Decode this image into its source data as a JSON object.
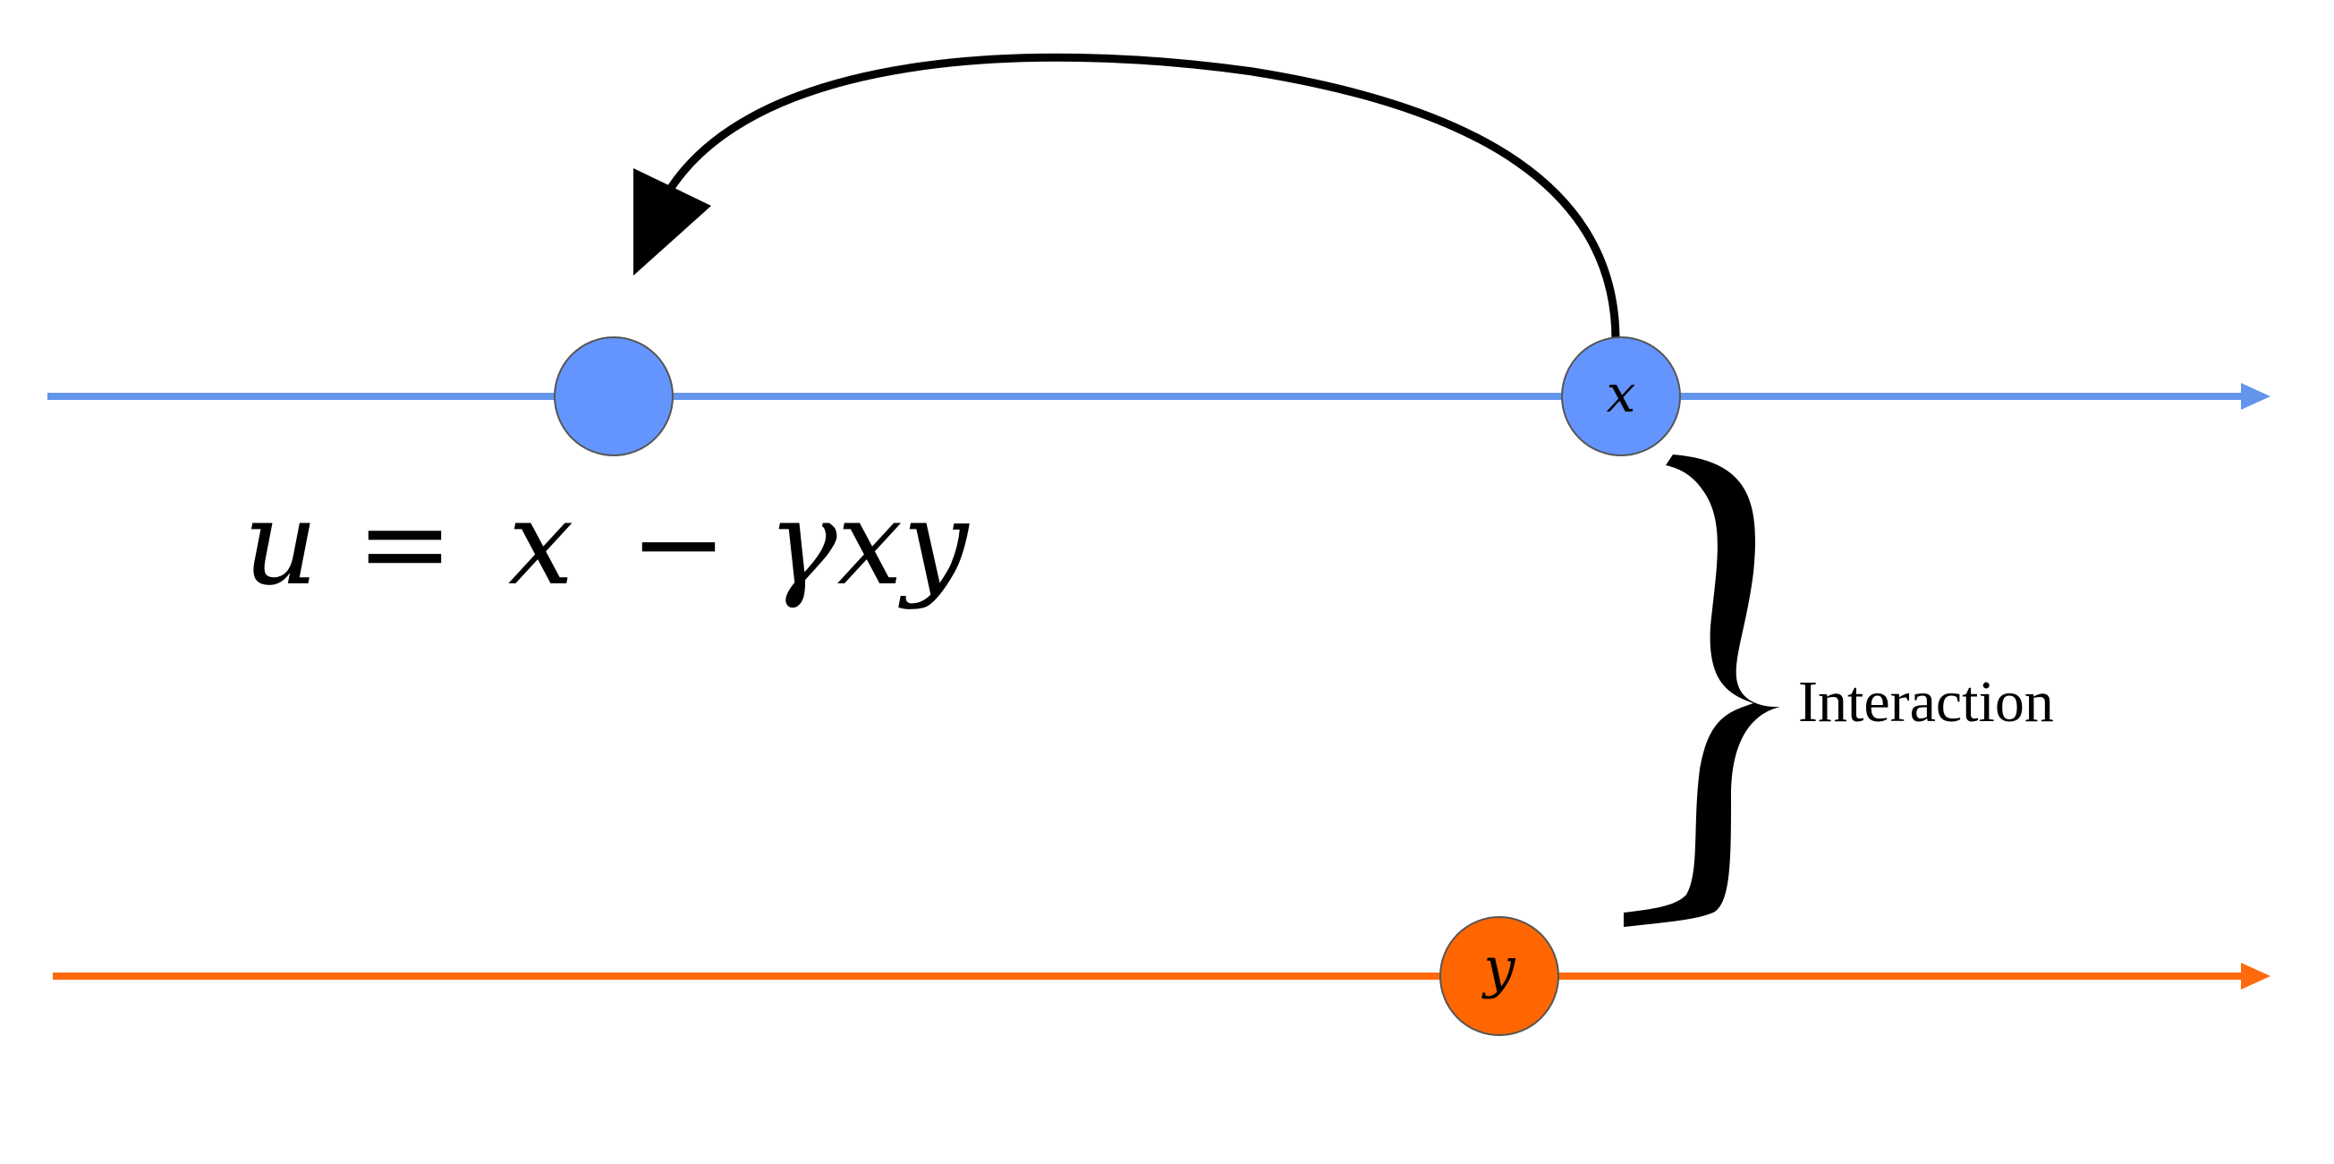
{
  "colors": {
    "x_axis": "#6495ED",
    "x_node_fill": "#6495FF",
    "y_axis": "#FF6A0D",
    "y_node_fill": "#FF6600",
    "node_stroke": "#555555",
    "ink": "#000000"
  },
  "nodes": {
    "x_label": "x",
    "y_label": "y"
  },
  "equation": {
    "u": "u",
    "equals": "=",
    "x": "x",
    "minus": "−",
    "term": "γxy"
  },
  "brace_label": "Interaction"
}
